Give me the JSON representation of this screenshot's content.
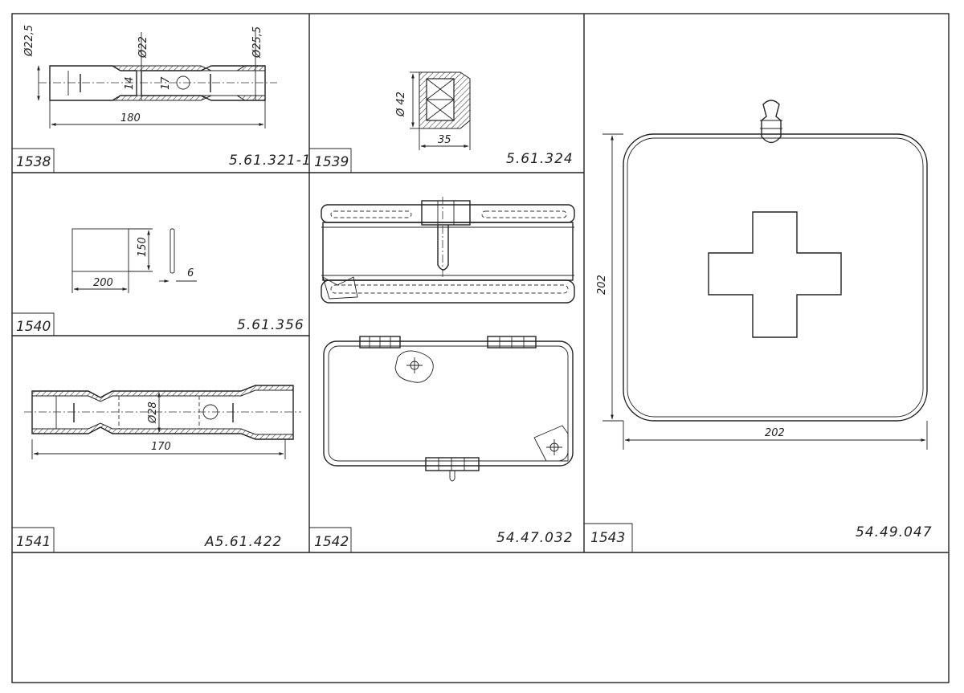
{
  "cells": [
    {
      "number": "1538",
      "code": "5.61.321-1",
      "dims": {
        "d1": "Ø22,5",
        "d2": "Ø22",
        "d3": "Ø25,5",
        "a": "14",
        "b": "17",
        "length": "180"
      }
    },
    {
      "number": "1539",
      "code": "5.61.324",
      "dims": {
        "diameter": "Ø 42",
        "length": "35"
      }
    },
    {
      "number": "1540",
      "code": "5.61.356",
      "dims": {
        "width": "200",
        "height": "150",
        "thickness": "6"
      }
    },
    {
      "number": "1541",
      "code": "A5.61.422",
      "dims": {
        "diameter": "Ø28",
        "length": "170"
      }
    },
    {
      "number": "1542",
      "code": "54.47.032",
      "dims": {}
    },
    {
      "number": "1543",
      "code": "54.49.047",
      "dims": {
        "height": "202",
        "width": "202"
      }
    }
  ]
}
